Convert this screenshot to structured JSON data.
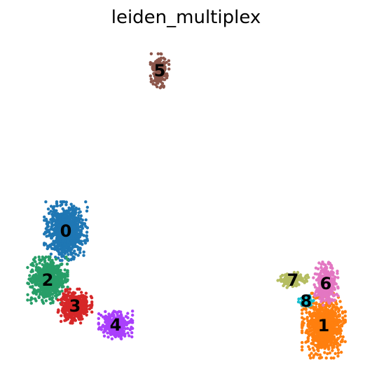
{
  "chart_data": {
    "type": "scatter",
    "title": "leiden_multiplex",
    "xlabel": "",
    "ylabel": "",
    "grid": false,
    "axes": false,
    "legend": "on data",
    "series": [
      {
        "name": "0",
        "color": "#1f77b4",
        "center": [
          94,
          330
        ],
        "spread": [
          28,
          38
        ],
        "points": 900
      },
      {
        "name": "1",
        "color": "#ff7f0e",
        "center": [
          462,
          465
        ],
        "spread": [
          28,
          42
        ],
        "points": 850
      },
      {
        "name": "2",
        "color": "#279e68",
        "center": [
          68,
          400
        ],
        "spread": [
          26,
          30
        ],
        "points": 700
      },
      {
        "name": "3",
        "color": "#d62728",
        "center": [
          107,
          437
        ],
        "spread": [
          22,
          22
        ],
        "points": 450
      },
      {
        "name": "4",
        "color": "#aa40fc",
        "center": [
          165,
          464
        ],
        "spread": [
          22,
          18
        ],
        "points": 350
      },
      {
        "name": "5",
        "color": "#8c564b",
        "center": [
          228,
          101
        ],
        "spread": [
          12,
          22
        ],
        "points": 220
      },
      {
        "name": "6",
        "color": "#e377c2",
        "center": [
          465,
          405
        ],
        "spread": [
          16,
          28
        ],
        "points": 300
      },
      {
        "name": "7",
        "color": "#b5bd61",
        "center": [
          418,
          400
        ],
        "spread": [
          22,
          10
        ],
        "points": 120
      },
      {
        "name": "8",
        "color": "#17becf",
        "center": [
          437,
          430
        ],
        "spread": [
          10,
          8
        ],
        "points": 60
      }
    ]
  }
}
